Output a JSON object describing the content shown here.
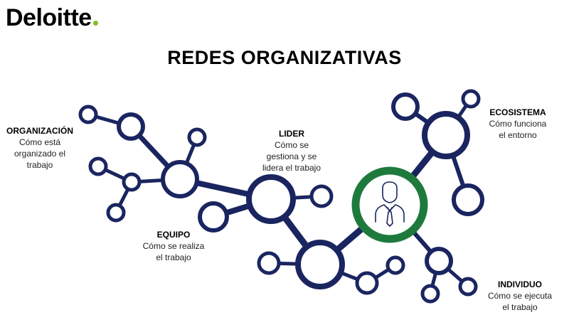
{
  "brand": {
    "name": "Deloitte",
    "dot_color": "#86BC25"
  },
  "title": "REDES ORGANIZATIVAS",
  "colors": {
    "network": "#1a2560",
    "center_ring": "#1e7a3c",
    "text": "#222222"
  },
  "center_icon": "businessman-icon",
  "labels": {
    "organizacion": {
      "heading": "ORGANIZACIÓN",
      "desc": "Cómo está\norganizado el\ntrabajo"
    },
    "lider": {
      "heading": "LIDER",
      "desc": "Cómo se\ngestiona y se\nlidera el trabajo"
    },
    "equipo": {
      "heading": "EQUIPO",
      "desc": "Cómo se realiza\nel trabajo"
    },
    "ecosistema": {
      "heading": "ECOSISTEMA",
      "desc": "Cómo funciona\nel entorno"
    },
    "individuo": {
      "heading": "INDIVIDUO",
      "desc": "Cómo se ejecuta\nel trabajo"
    }
  }
}
